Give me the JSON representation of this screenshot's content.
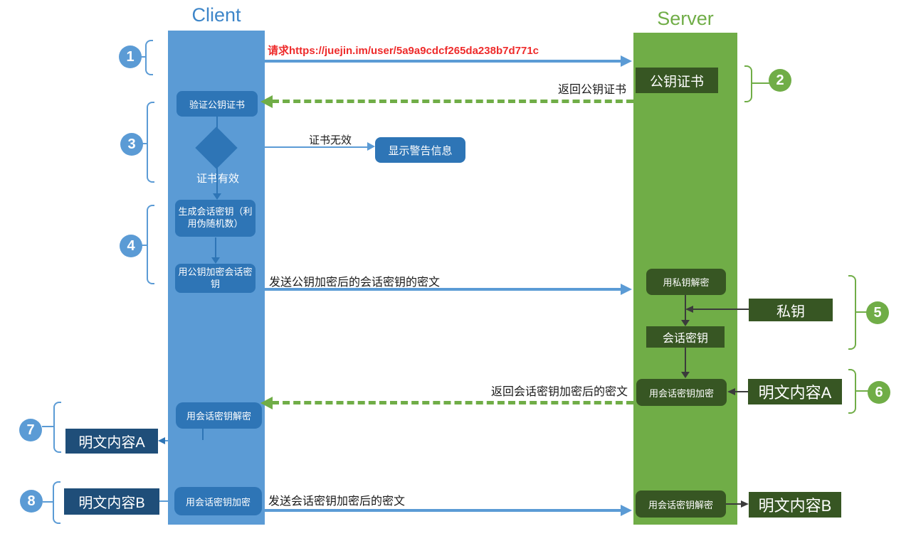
{
  "colors": {
    "client_blue": "#5B9BD5",
    "client_title_blue": "#3E86C9",
    "client_box_blue": "#2E75B6",
    "client_navy": "#1F4E79",
    "server_green": "#70AD47",
    "server_dark_green": "#375623",
    "dark_arrow": "#3B3B3B",
    "url_red": "#EE2B2B",
    "text_black": "#1A1A1A"
  },
  "client": {
    "title": "Client",
    "verify_cert": "验证公钥证书",
    "cert_valid_label": "证书有效",
    "cert_invalid_label": "证书无效",
    "show_warning": "显示警告信息",
    "generate_session_key": "生成会话密钥（利用伪随机数）",
    "encrypt_session_key_with_public_key": "用公钥加密会话密钥",
    "decrypt_with_session_key": "用会话密钥解密",
    "plaintext_a": "明文内容A",
    "encrypt_with_session_key": "用会话密钥加密",
    "plaintext_b": "明文内容B"
  },
  "server": {
    "title": "Server",
    "public_key_cert": "公钥证书",
    "decrypt_with_private_key": "用私钥解密",
    "private_key": "私钥",
    "session_key": "会话密钥",
    "encrypt_with_session_key": "用会话密钥加密",
    "plaintext_a": "明文内容A",
    "decrypt_with_session_key": "用会话密钥解密",
    "plaintext_b": "明文内容B"
  },
  "messages": {
    "request_url": "请求https://juejin.im/user/5a9a9cdcf265da238b7d771c",
    "return_public_key_cert": "返回公钥证书",
    "send_pubkey_encrypted_session_key": "发送公钥加密后的会话密钥的密文",
    "return_session_key_ciphertext": "返回会话密钥加密后的密文",
    "send_session_key_ciphertext": "发送会话密钥加密后的密文"
  },
  "steps": [
    {
      "num": "1"
    },
    {
      "num": "2"
    },
    {
      "num": "3"
    },
    {
      "num": "4"
    },
    {
      "num": "5"
    },
    {
      "num": "6"
    },
    {
      "num": "7"
    },
    {
      "num": "8"
    }
  ]
}
